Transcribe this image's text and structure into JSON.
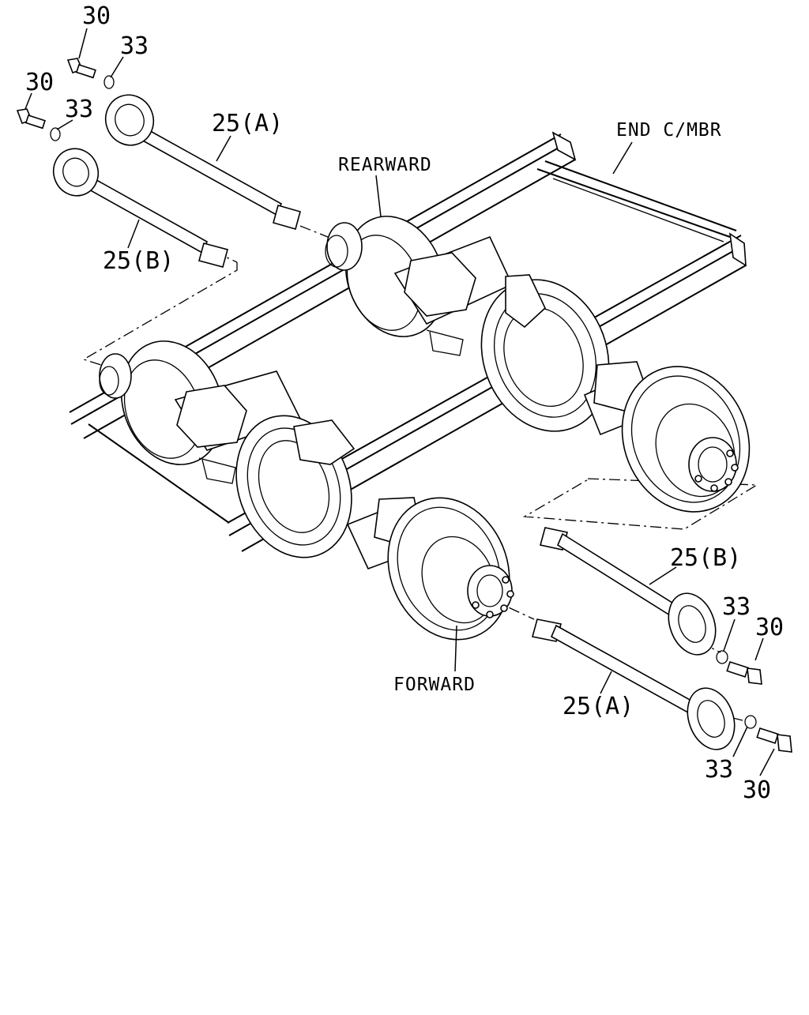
{
  "labels": {
    "end_cmbr": "END C/MBR",
    "rearward": "REARWARD",
    "forward": "FORWARD"
  },
  "callouts": {
    "top_bolt_1": "30",
    "top_washer_1": "33",
    "top_bolt_2": "30",
    "top_washer_2": "33",
    "top_shaft_a": "25(A)",
    "top_shaft_b": "25(B)",
    "bottom_shaft_b": "25(B)",
    "bottom_washer_1": "33",
    "bottom_bolt_1": "30",
    "bottom_shaft_a": "25(A)",
    "bottom_washer_2": "33",
    "bottom_bolt_2": "30"
  }
}
